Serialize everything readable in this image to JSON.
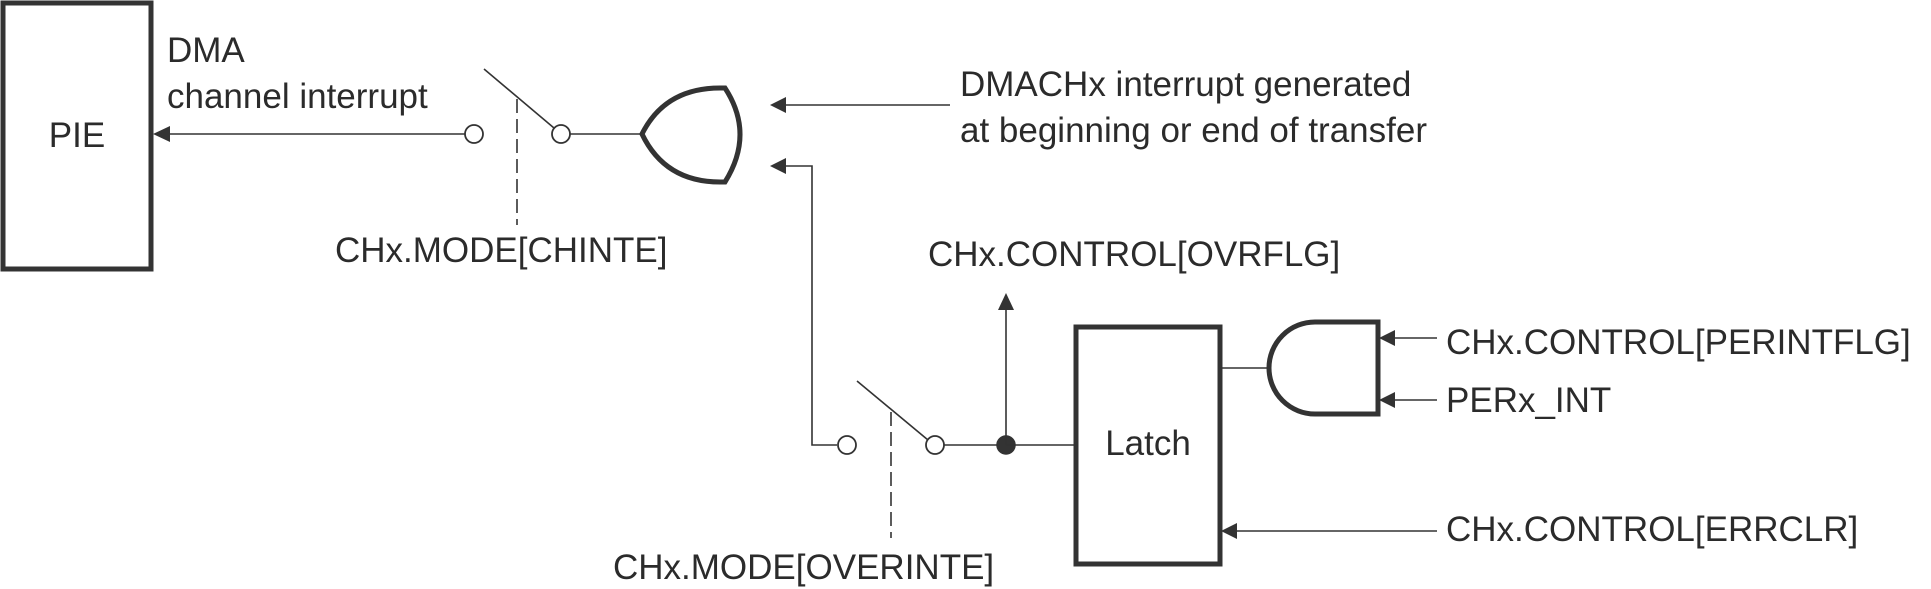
{
  "labels": {
    "pie": "PIE",
    "dma_line1": "DMA",
    "dma_line2": "channel interrupt",
    "chinte": "CHx.MODE[CHINTE]",
    "dmach_line1": "DMACHx interrupt generated",
    "dmach_line2": "at beginning or end of transfer",
    "ovrflg": "CHx.CONTROL[OVRFLG]",
    "perintflg": "CHx.CONTROL[PERINTFLG]",
    "perx_int": "PERx_INT",
    "latch": "Latch",
    "overinte": "CHx.MODE[OVERINTE]",
    "errclr": "CHx.CONTROL[ERRCLR]"
  },
  "colors": {
    "line": "#333333",
    "text": "#2b2b2b",
    "background": "#ffffff"
  }
}
